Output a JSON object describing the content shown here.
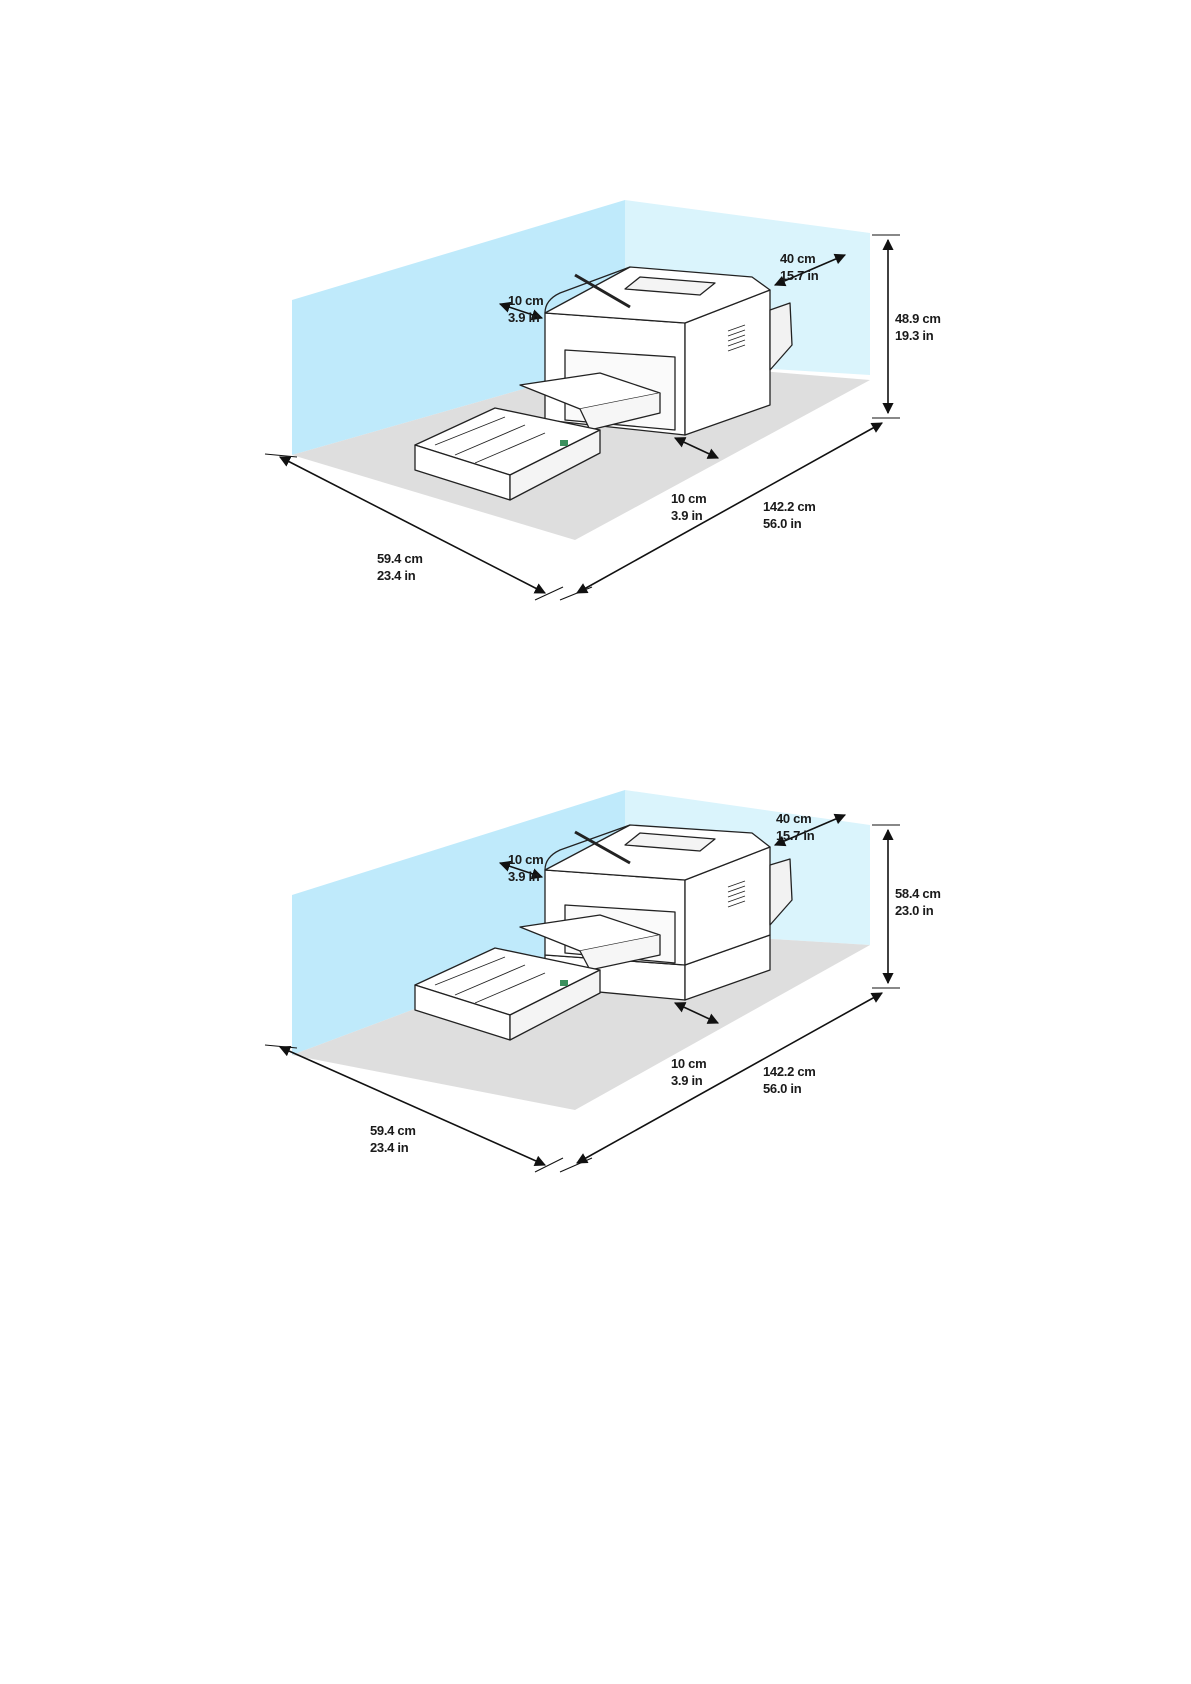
{
  "figures": [
    {
      "clearance_side": {
        "cm": "10 cm",
        "in": "3.9 in"
      },
      "clearance_rear": {
        "cm": "40 cm",
        "in": "15.7 in"
      },
      "height": {
        "cm": "48.9 cm",
        "in": "19.3 in"
      },
      "clearance_front": {
        "cm": "10 cm",
        "in": "3.9 in"
      },
      "depth_total": {
        "cm": "142.2 cm",
        "in": "56.0 in"
      },
      "width_total": {
        "cm": "59.4 cm",
        "in": "23.4 in"
      }
    },
    {
      "clearance_side": {
        "cm": "10 cm",
        "in": "3.9 in"
      },
      "clearance_rear": {
        "cm": "40 cm",
        "in": "15.7 in"
      },
      "height": {
        "cm": "58.4 cm",
        "in": "23.0 in"
      },
      "clearance_front": {
        "cm": "10 cm",
        "in": "3.9 in"
      },
      "depth_total": {
        "cm": "142.2 cm",
        "in": "56.0 in"
      },
      "width_total": {
        "cm": "59.4 cm",
        "in": "23.4 in"
      }
    }
  ],
  "colors": {
    "wall_left": "#bfeafb",
    "wall_back": "#daf4fc",
    "floor": "#dcdcdc",
    "line": "#222222"
  }
}
